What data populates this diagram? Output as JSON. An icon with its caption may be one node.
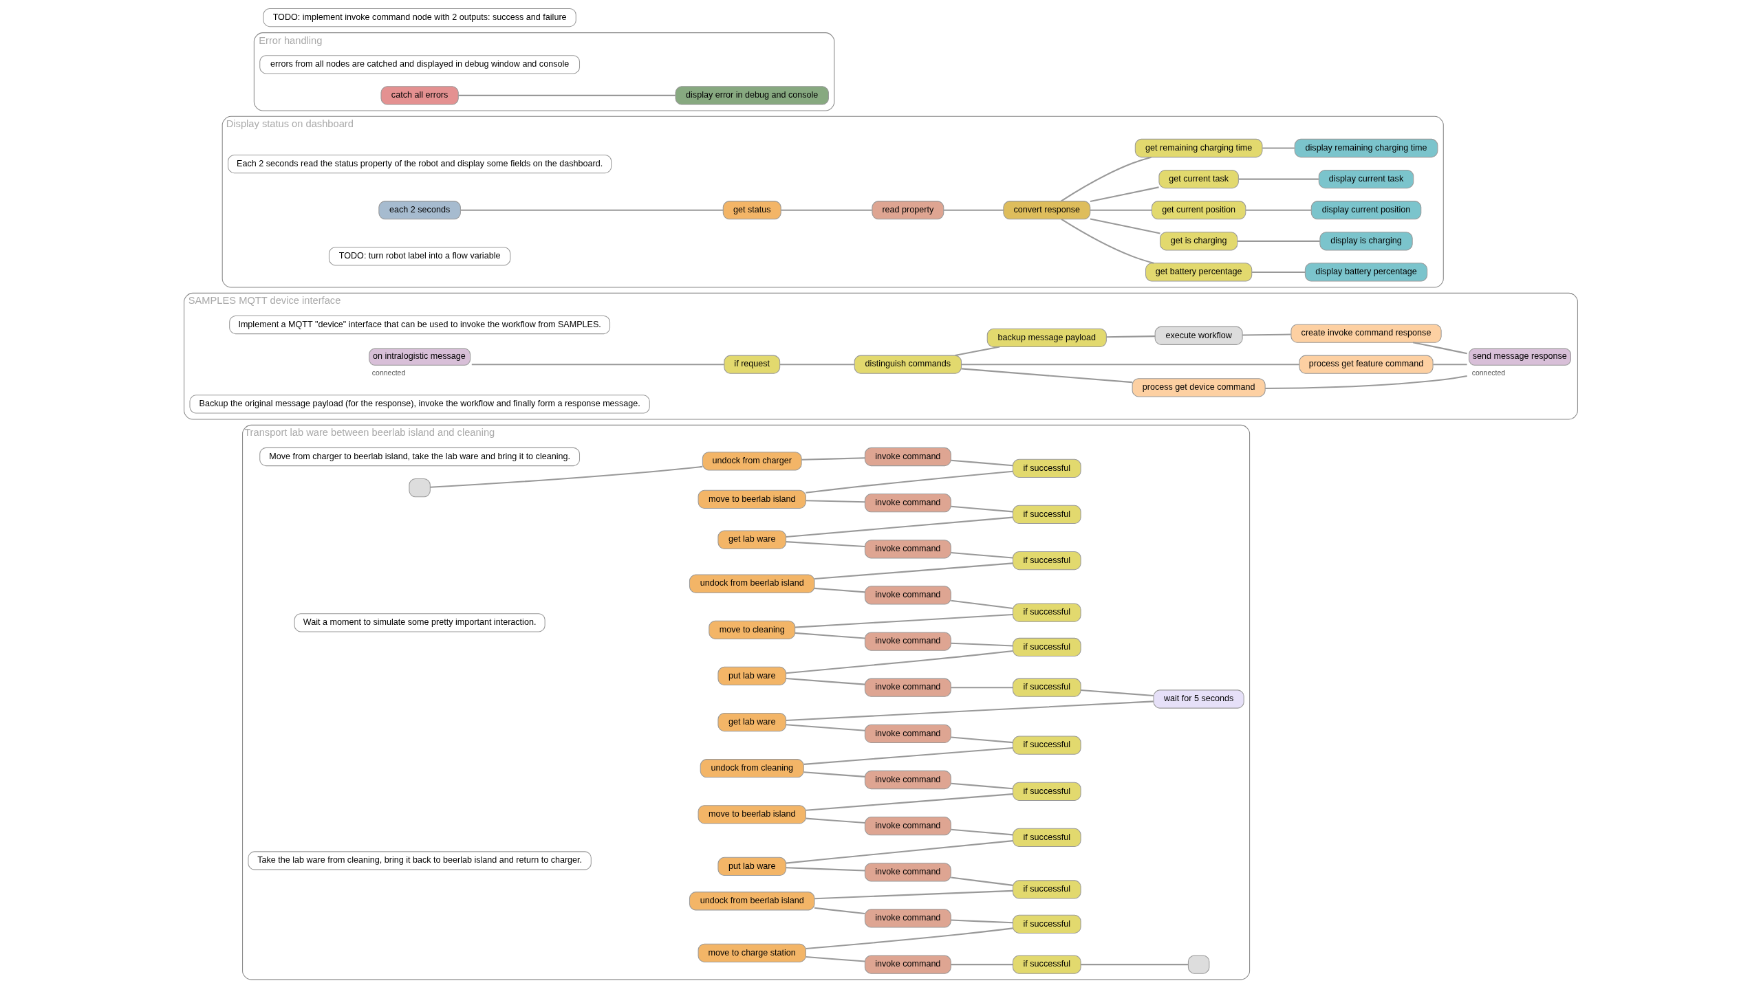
{
  "diagram": {
    "nodes": [
      {
        "text": [
          "Transport lab ware between beerlab island and cleaning"
        ]
      },
      {
        "text": [
          "Move from charger to beerlab island, take the lab ware and bring it to cleaning."
        ],
        "in": 0
      },
      {
        "text": [],
        "shape": "box",
        "in": 0
      },
      {
        "text": [
          "undock from charger"
        ],
        "in": 0
      },
      {
        "text": [
          "invoke command"
        ],
        "in": 0
      },
      {
        "text": [
          "if successful"
        ],
        "in": 0
      },
      {
        "text": [
          "move to beerlab island"
        ],
        "in": 0
      },
      {
        "text": [
          "invoke command"
        ],
        "in": 0
      },
      {
        "text": [
          "if successful"
        ],
        "in": 0
      },
      {
        "text": [
          "get lab ware"
        ],
        "in": 0
      },
      {
        "text": [
          "invoke command"
        ],
        "in": 0
      },
      {
        "text": [
          "if successful"
        ],
        "in": 0
      },
      {
        "text": [
          "undock from beerlab island"
        ],
        "in": 0
      },
      {
        "text": [
          "invoke command"
        ],
        "in": 0
      },
      {
        "text": [
          "if successful"
        ],
        "in": 0
      },
      {
        "text": [
          "move to cleaning"
        ],
        "in": 0
      },
      {
        "text": [
          "invoke command"
        ],
        "in": 0
      },
      {
        "text": [
          "if successful"
        ],
        "in": 0
      },
      {
        "text": [
          "put lab ware"
        ],
        "in": 0
      },
      {
        "text": [
          "invoke command"
        ],
        "in": 0
      },
      {
        "text": [
          "if successful"
        ],
        "in": 0
      },
      {
        "text": [
          "Wait a moment to simulate some pretty important interaction."
        ],
        "in": 0
      },
      {
        "text": [
          "wait for 5 seconds"
        ],
        "in": 0
      },
      {
        "text": [
          "Take the lab ware from cleaning, bring it back to beerlab island and return to charger."
        ],
        "in": 0
      },
      {
        "text": [
          "get lab ware"
        ],
        "in": 0
      },
      {
        "text": [
          "invoke command"
        ],
        "in": 0
      },
      {
        "text": [
          "if successful"
        ],
        "in": 0
      },
      {
        "text": [
          "undock from cleaning"
        ],
        "in": 0
      },
      {
        "text": [
          "invoke command"
        ],
        "in": 0
      },
      {
        "text": [
          "if successful"
        ],
        "in": 0
      },
      {
        "text": [
          "move to beerlab island"
        ],
        "in": 0
      },
      {
        "text": [
          "invoke command"
        ],
        "in": 0
      },
      {
        "text": [
          "if successful"
        ],
        "in": 0
      },
      {
        "text": [
          "put lab ware"
        ],
        "in": 0
      },
      {
        "text": [
          "invoke command"
        ],
        "in": 0
      },
      {
        "text": [
          "if successful"
        ],
        "in": 0
      },
      {
        "text": [
          "undock from beerlab island"
        ],
        "in": 0
      },
      {
        "text": [
          "invoke command"
        ],
        "in": 0
      },
      {
        "text": [
          "if successful"
        ],
        "in": 0
      },
      {
        "text": [
          "move to charge station"
        ],
        "in": 0
      },
      {
        "text": [
          "invoke command"
        ],
        "in": 0
      },
      {
        "text": [
          "if successful"
        ],
        "in": 0
      },
      {
        "text": [],
        "shape": "box",
        "in": 0
      },
      {
        "text": [
          "SAMPLES MQTT device interface"
        ]
      },
      {
        "text": [
          "Implement a MQTT \"device\" interface that can be used to invoke the workflow from SAMPLES."
        ],
        "in": 43
      },
      {
        "text": [
          "on intralogistic message"
        ],
        "beside": [
          "connected"
        ],
        "in": 43
      },
      {
        "text": [
          "if request"
        ],
        "in": 43
      },
      {
        "text": [
          "distinguish commands"
        ],
        "in": 43
      },
      {
        "text": [
          "process get device command"
        ],
        "in": 43
      },
      {
        "text": [
          "process get feature command"
        ],
        "in": 43
      },
      {
        "text": [
          "backup message payload"
        ],
        "in": 43
      },
      {
        "text": [
          "execute workflow"
        ],
        "in": 43
      },
      {
        "text": [
          "create invoke command response"
        ],
        "in": 43
      },
      {
        "text": [
          "send message response"
        ],
        "beside": [
          "connected"
        ],
        "in": 43
      },
      {
        "text": [
          "Backup the original message payload (for the response), invoke the workflow and finally form a response message."
        ],
        "in": 43
      },
      {
        "text": [
          "Display status on dashboard"
        ]
      },
      {
        "text": [
          "Each 2 seconds read the status property of the robot and display some fields on the dashboard."
        ],
        "in": 55
      },
      {
        "text": [
          "each 2 seconds"
        ],
        "in": 55
      },
      {
        "text": [
          "get status"
        ],
        "in": 55
      },
      {
        "text": [
          "read property"
        ],
        "in": 55
      },
      {
        "text": [
          "convert response"
        ],
        "in": 55
      },
      {
        "text": [
          "TODO: turn robot label into a flow variable"
        ],
        "in": 55
      },
      {
        "text": [
          "get battery percentage"
        ],
        "in": 55
      },
      {
        "text": [
          "get is charging"
        ],
        "in": 55
      },
      {
        "text": [
          "get current position"
        ],
        "in": 55
      },
      {
        "text": [
          "get current task"
        ],
        "in": 55
      },
      {
        "text": [
          "get remaining charging time"
        ],
        "in": 55
      },
      {
        "text": [
          "display battery percentage"
        ],
        "in": 55
      },
      {
        "text": [
          "display is charging"
        ],
        "in": 55
      },
      {
        "text": [
          "display current position"
        ],
        "in": 55
      },
      {
        "text": [
          "display current task"
        ],
        "in": 55
      },
      {
        "text": [
          "display remaining charging time"
        ],
        "in": 55
      },
      {
        "text": [
          "Error handling"
        ]
      },
      {
        "text": [
          "errors from all nodes are catched and displayed in debug window and console"
        ],
        "in": 72
      },
      {
        "text": [
          "catch all errors"
        ],
        "in": 72
      },
      {
        "text": [
          "display error in debug and console"
        ],
        "in": 72
      },
      {
        "text": [
          "TODO: implement invoke command node with 2 outputs: success and failure"
        ]
      }
    ],
    "edges": [
      {
        "from": 2,
        "to": 3,
        "arrow": "none"
      },
      {
        "from": 3,
        "to": 4,
        "arrow": "none"
      },
      {
        "from": 4,
        "to": 5,
        "arrow": "none"
      },
      {
        "from": 5,
        "to": 6,
        "arrow": "none"
      },
      {
        "from": 6,
        "to": 7,
        "arrow": "none"
      },
      {
        "from": 7,
        "to": 8,
        "arrow": "none"
      },
      {
        "from": 8,
        "to": 9,
        "arrow": "none"
      },
      {
        "from": 9,
        "to": 10,
        "arrow": "none"
      },
      {
        "from": 10,
        "to": 11,
        "arrow": "none"
      },
      {
        "from": 11,
        "to": 12,
        "arrow": "none"
      },
      {
        "from": 12,
        "to": 13,
        "arrow": "none"
      },
      {
        "from": 13,
        "to": 14,
        "arrow": "none"
      },
      {
        "from": 14,
        "to": 15,
        "arrow": "none"
      },
      {
        "from": 15,
        "to": 16,
        "arrow": "none"
      },
      {
        "from": 16,
        "to": 17,
        "arrow": "none"
      },
      {
        "from": 17,
        "to": 18,
        "arrow": "none"
      },
      {
        "from": 18,
        "to": 19,
        "arrow": "none"
      },
      {
        "from": 19,
        "to": 20,
        "arrow": "none"
      },
      {
        "from": 20,
        "to": 22,
        "arrow": "none"
      },
      {
        "from": 22,
        "to": 24,
        "arrow": "none"
      },
      {
        "from": 24,
        "to": 25,
        "arrow": "none"
      },
      {
        "from": 25,
        "to": 26,
        "arrow": "none"
      },
      {
        "from": 26,
        "to": 27,
        "arrow": "none"
      },
      {
        "from": 27,
        "to": 28,
        "arrow": "none"
      },
      {
        "from": 28,
        "to": 29,
        "arrow": "none"
      },
      {
        "from": 29,
        "to": 30,
        "arrow": "none"
      },
      {
        "from": 30,
        "to": 31,
        "arrow": "none"
      },
      {
        "from": 31,
        "to": 32,
        "arrow": "none"
      },
      {
        "from": 32,
        "to": 33,
        "arrow": "none"
      },
      {
        "from": 33,
        "to": 34,
        "arrow": "none"
      },
      {
        "from": 34,
        "to": 35,
        "arrow": "none"
      },
      {
        "from": 35,
        "to": 36,
        "arrow": "none"
      },
      {
        "from": 36,
        "to": 37,
        "arrow": "none"
      },
      {
        "from": 37,
        "to": 38,
        "arrow": "none"
      },
      {
        "from": 38,
        "to": 39,
        "arrow": "none"
      },
      {
        "from": 39,
        "to": 40,
        "arrow": "none"
      },
      {
        "from": 40,
        "to": 41,
        "arrow": "none"
      },
      {
        "from": 41,
        "to": 42,
        "arrow": "none"
      },
      {
        "from": 45,
        "to": 46,
        "arrow": "none"
      },
      {
        "from": 46,
        "to": 47,
        "arrow": "none"
      },
      {
        "from": 47,
        "to": 48,
        "arrow": "none"
      },
      {
        "from": 47,
        "to": 49,
        "arrow": "none"
      },
      {
        "from": 47,
        "to": 50,
        "arrow": "none"
      },
      {
        "from": 50,
        "to": 51,
        "arrow": "none"
      },
      {
        "from": 51,
        "to": 52,
        "arrow": "none"
      },
      {
        "from": 48,
        "to": 53,
        "arrow": "none"
      },
      {
        "from": 49,
        "to": 53,
        "arrow": "none"
      },
      {
        "from": 52,
        "to": 53,
        "arrow": "none"
      },
      {
        "from": 57,
        "to": 58,
        "arrow": "none"
      },
      {
        "from": 58,
        "to": 59,
        "arrow": "none"
      },
      {
        "from": 59,
        "to": 60,
        "arrow": "none"
      },
      {
        "from": 60,
        "to": 62,
        "arrow": "none"
      },
      {
        "from": 60,
        "to": 63,
        "arrow": "none"
      },
      {
        "from": 60,
        "to": 64,
        "arrow": "none"
      },
      {
        "from": 60,
        "to": 65,
        "arrow": "none"
      },
      {
        "from": 60,
        "to": 66,
        "arrow": "none"
      },
      {
        "from": 62,
        "to": 67,
        "arrow": "none"
      },
      {
        "from": 63,
        "to": 68,
        "arrow": "none"
      },
      {
        "from": 64,
        "to": 69,
        "arrow": "none"
      },
      {
        "from": 65,
        "to": 70,
        "arrow": "none"
      },
      {
        "from": 66,
        "to": 71,
        "arrow": "none"
      },
      {
        "from": 74,
        "to": 75,
        "arrow": "none"
      }
    ]
  }
}
